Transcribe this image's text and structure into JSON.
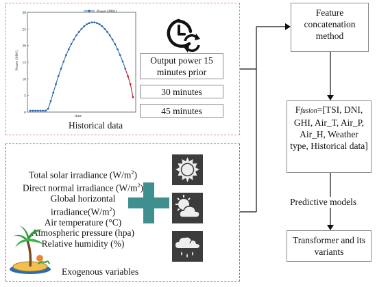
{
  "historical": {
    "caption": "Historical data",
    "chart": {
      "legend_label": "Power (MW)",
      "xlabel": "time",
      "ylabel": "Power (MW)",
      "yticks": [
        "0",
        "5",
        "10",
        "15",
        "20",
        "25",
        "30"
      ]
    },
    "output_box": "Output power 15 minutes prior",
    "box_30": "30 minutes",
    "box_45": "45 minutes"
  },
  "exogenous": {
    "caption": "Exogenous variables",
    "variables": [
      {
        "text": "Total solar irradiance (W/m",
        "sup": "2",
        "tail": ")"
      },
      {
        "text": "Direct normal irradiance (W/m",
        "sup": "2",
        "tail": ")"
      },
      {
        "text": "Global horizontal irradiance(W/m",
        "sup": "2",
        "tail": ")"
      },
      {
        "text": "Air temperature (°C)",
        "sup": "",
        "tail": ""
      },
      {
        "text": "Atmospheric pressure (hpa)",
        "sup": "",
        "tail": ""
      },
      {
        "text": "Relative humidity (%)",
        "sup": "",
        "tail": ""
      }
    ],
    "weather_icons": [
      "sun-icon",
      "partly-cloudy-icon",
      "rain-cloud-icon"
    ]
  },
  "right": {
    "feature_box": "Feature concatenation method",
    "fusion_prefix": "F",
    "fusion_sub": "fusion",
    "fusion_rest": "=[TSI, DNI, GHI, Air_T, Air_P, Air_H, Weather type, Historical data]",
    "predictive_label": "Predictive models",
    "transformer_box": "Transformer  and its variants"
  },
  "chart_data": {
    "type": "line",
    "title": "",
    "xlabel": "time",
    "ylabel": "Power (MW)",
    "ylim": [
      0,
      30
    ],
    "series": [
      {
        "name": "Power (MW)",
        "values": [
          0,
          0,
          0,
          0,
          0,
          0,
          0,
          0.6,
          3.0,
          5.6,
          8.2,
          10.7,
          13.0,
          15.2,
          17.2,
          19.0,
          20.6,
          22.0,
          23.3,
          24.4,
          25.3,
          26.1,
          26.7,
          27.1,
          27.3,
          27.3,
          27.1,
          26.7,
          26.1,
          25.3,
          24.4,
          23.3,
          22.0,
          20.6,
          19.0,
          17.2,
          15.2,
          13.0,
          10.7,
          8.2,
          4.2
        ],
        "highlight_last": 3
      }
    ],
    "grid": false,
    "legend": "top"
  }
}
